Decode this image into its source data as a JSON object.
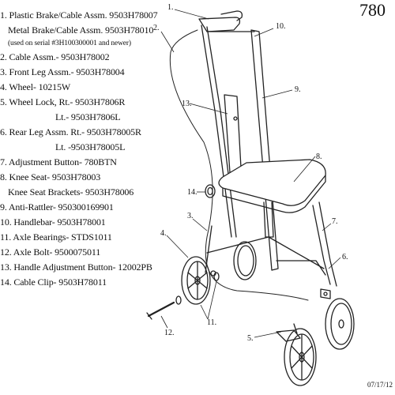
{
  "model_number": "780",
  "date": "07/17/12",
  "parts_list": [
    {
      "text": "1. Plastic Brake/Cable Assm. 9503H78007",
      "style": "main"
    },
    {
      "text": "Metal Brake/Cable Assm. 9503H78010",
      "style": "sub"
    },
    {
      "text": "(used on serial #3H100300001 and newer)",
      "style": "note"
    },
    {
      "text": "2. Cable Assm.- 9503H78002",
      "style": "main"
    },
    {
      "text": "3. Front Leg Assm.- 9503H78004",
      "style": "main"
    },
    {
      "text": "4. Wheel- 10215W",
      "style": "main"
    },
    {
      "text": "5. Wheel Lock, Rt.- 9503H7806R",
      "style": "main"
    },
    {
      "text": "Lt.- 9503H7806L",
      "style": "sub2"
    },
    {
      "text": "6. Rear Leg Assm. Rt.- 9503H78005R",
      "style": "main"
    },
    {
      "text": "Lt. -9503H78005L",
      "style": "sub2"
    },
    {
      "text": "7. Adjustment Button- 780BTN",
      "style": "main"
    },
    {
      "text": "8. Knee Seat- 9503H78003",
      "style": "main"
    },
    {
      "text": "Knee Seat Brackets- 9503H78006",
      "style": "sub"
    },
    {
      "text": "9. Anti-Rattler- 950300169901",
      "style": "main"
    },
    {
      "text": "10. Handlebar- 9503H78001",
      "style": "main"
    },
    {
      "text": "11. Axle Bearings- STDS1011",
      "style": "main"
    },
    {
      "text": "12. Axle Bolt- 9500075011",
      "style": "main"
    },
    {
      "text": "13. Handle Adjustment Button- 12002PB",
      "style": "main"
    },
    {
      "text": "14. Cable Clip- 9503H78011",
      "style": "main"
    }
  ],
  "callouts": [
    "1.",
    "2.",
    "3.",
    "4.",
    "5.",
    "6.",
    "7.",
    "8.",
    "9.",
    "10.",
    "11.",
    "12.",
    "13.",
    "14."
  ]
}
